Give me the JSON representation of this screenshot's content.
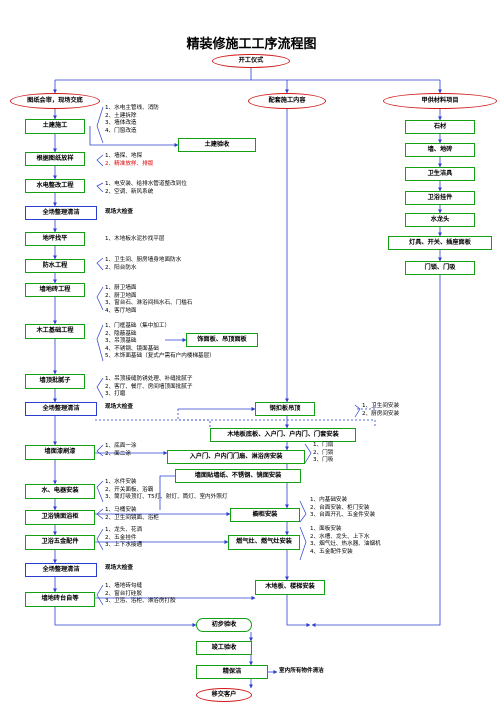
{
  "title": "精装修施工工序流程图",
  "nodes": {
    "start": "开工仪式",
    "drawings": "图纸会审，现场交底",
    "supporting": "配套施工内容",
    "owner_materials": "甲供材料项目",
    "civil": "土建施工",
    "civil_accept": "土建验收",
    "redraw": "根据图纸放样",
    "plumbing": "水电整改工程",
    "clean1": "全场整理清洁",
    "leveling": "地坪找平",
    "waterproof": "防水工程",
    "tile": "墙地砖工程",
    "carpentry": "木工基础工程",
    "panels": "饰面板、吊顶面板",
    "putty": "墙顶批腻子",
    "clean2": "全场整理清洁",
    "door_frame": "钢扣板吊顶",
    "floor_door": "木地板底板、入户门、户内门、门套安装",
    "paint": "墙面漆刷漆",
    "door_install": "入户门、户内门门扇、淋浴房安装",
    "wallpaper": "墙面贴墙纸、不锈钢、镜面安装",
    "water_elec": "水、电器安装",
    "kitchen": "橱柜安装",
    "sanitary": "卫浴镜面浴柜",
    "hardware": "卫浴五金配件",
    "heater": "燃气灶、燃气灶安装",
    "clean3": "全场整理清洁",
    "skirting_job": "墙地砖台自等",
    "flooring": "木地板、楼梯安装",
    "first_accept": "初步验收",
    "final_accept": "竣工验收",
    "cleaning": "精保洁",
    "handover": "移交客户"
  },
  "owner_items": [
    "石材",
    "墙、地砖",
    "卫生洁具",
    "卫浴挂件",
    "水龙头",
    "灯具、开关、插座面板",
    "门锁、门吸"
  ],
  "notes": {
    "civil": [
      "1、水电主管线、消防",
      "2、土建拆除",
      "3、墙体改造",
      "4、门窗改造"
    ],
    "redraw": [
      "1、墙探、地探",
      "2、精准放样、排版"
    ],
    "plumbing": [
      "1、电安装、给排水管道整改到位",
      "2、空调、新风系统"
    ],
    "clean1": "现场大检查",
    "leveling": "1、木地板水泥抄找平层",
    "waterproof": [
      "1、卫生间、厨房墙身地面防水",
      "2、阳台防水"
    ],
    "tile": [
      "1、厨卫墙面",
      "2、厨卫地面",
      "3、窗台石、淋浴间挡水石、门槛石",
      "4、客厅地面"
    ],
    "carpentry": [
      "1、门框基础（集中加工）",
      "2、隐蔽基础",
      "3、吊顶基础",
      "4、不锈钢、镜面基础",
      "5、木饰面基础（复式户需有户内楼梯基层）"
    ],
    "putty": [
      "1、吊顶接缝防锈处理、补缝批腻子",
      "2、客厅、餐厅、房间墙顶面批腻子",
      "3、打磨"
    ],
    "clean2": "现场大检查",
    "door_frame": [
      "1、卫生间安装",
      "2、厨房间安装"
    ],
    "paint": [
      "1、底面一涂",
      "2、面二涂"
    ],
    "door_install": [
      "1、门扇",
      "2、门锁",
      "3、门吸"
    ],
    "water_elec": [
      "1、水件安装",
      "2、开关面板、浴霸",
      "3、筒灯吸顶灯、T5灯、射灯、筒灯、室内外照灯"
    ],
    "sanitary": [
      "1、马桶安装",
      "2、卫生间镜面、浴柜"
    ],
    "hardware": [
      "1、龙头、花洒",
      "2、五金挂件",
      "3、上下水接通"
    ],
    "kitchen": [
      "1、内基础安装",
      "2、台面安装、柜门安装",
      "3、台面开孔、五金件安装"
    ],
    "heater": [
      "1、面板安装",
      "2、水槽、龙头、上下水",
      "3、烟气灶、热水器、油烟机",
      "4、五金配件安装"
    ],
    "clean3": "现场大检查",
    "skirting": [
      "1、墙地砖勾缝",
      "2、窗台打硅胶",
      "3、卫浴、浴柜、淋浴房打胶"
    ],
    "cleaning": "室内所有物件清洁"
  },
  "colors": {
    "box_border": "#13a013",
    "oval_border": "#d21a1a",
    "arrow": "#2a3fd0",
    "highlight": "#e00000"
  }
}
